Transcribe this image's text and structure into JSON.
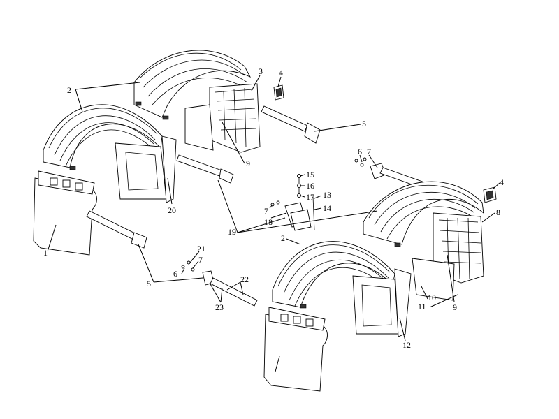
{
  "labels": {
    "l1": "1",
    "l2a": "2",
    "l2b": "2",
    "l3": "3",
    "l4a": "4",
    "l4b": "4",
    "l5a": "5",
    "l5b": "5",
    "l6a": "6",
    "l6b": "6",
    "l7a": "7",
    "l7b": "7",
    "l7c": "7",
    "l8": "8",
    "l9a": "9",
    "l9b": "9",
    "l10": "10",
    "l11": "11",
    "l12": "12",
    "l13": "13",
    "l14": "14",
    "l15": "15",
    "l16": "16",
    "l17": "17",
    "l18": "18",
    "l19": "19",
    "l20": "20",
    "l21": "21",
    "l22": "22",
    "l23": "23"
  }
}
